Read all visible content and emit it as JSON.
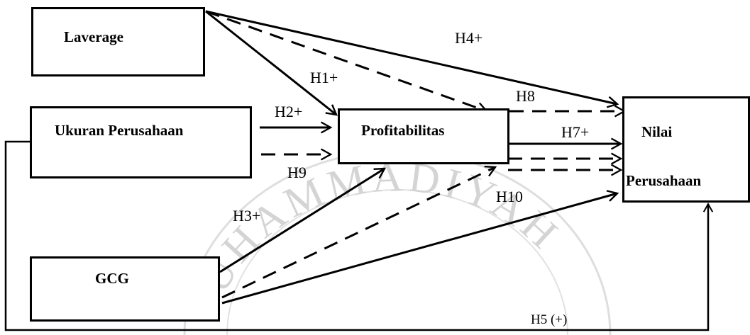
{
  "nodes": {
    "laverage": "Laverage",
    "ukuran": "Ukuran Perusahaan",
    "profitabilitas": "Profitabilitas",
    "gcg": "GCG",
    "nilai_line1": "Nilai",
    "nilai_line2": "Perusahaan"
  },
  "hypotheses": {
    "h1": "H1+",
    "h2": "H2+",
    "h3": "H3+",
    "h4": "H4+",
    "h5": "H5 (+)",
    "h7": "H7+",
    "h8": "H8",
    "h9": "H9",
    "h10": "H10"
  },
  "watermark": {
    "text": "UHAMMADIYAH",
    "color": "#d4d4d4"
  }
}
